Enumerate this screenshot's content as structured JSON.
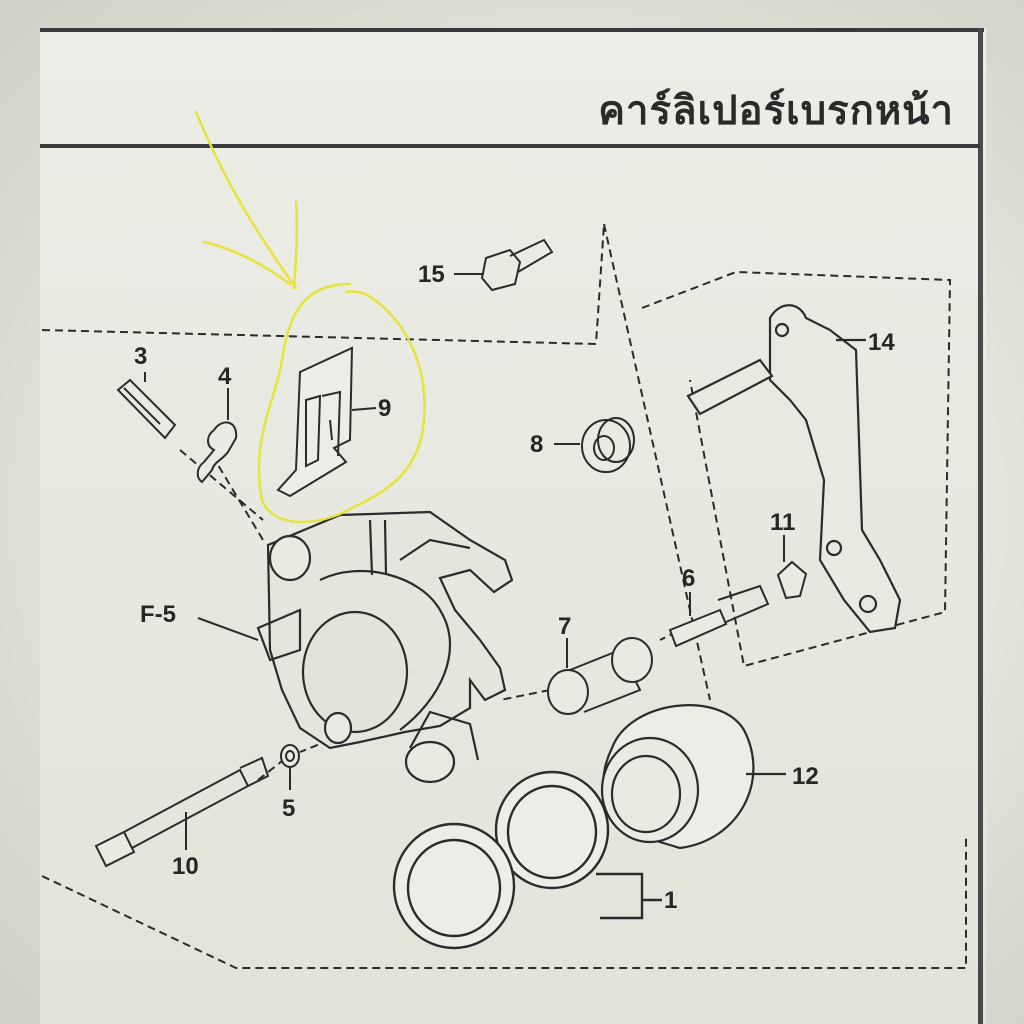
{
  "title": "คาร์ลิเปอร์เบรกหน้า",
  "callouts": {
    "c1": "1",
    "c3": "3",
    "c4": "4",
    "c5": "5",
    "c6": "6",
    "c7": "7",
    "c8": "8",
    "c9": "9",
    "c10": "10",
    "c11": "11",
    "c12": "12",
    "c14": "14",
    "c15": "15",
    "f5": "F-5"
  },
  "colors": {
    "highlight": "#e8e23a",
    "line": "#2b2b2b",
    "paper": "#e7e9e1"
  },
  "annotation": {
    "icon": "hand-drawn-arrow-icon",
    "highlighted_part": "9"
  }
}
